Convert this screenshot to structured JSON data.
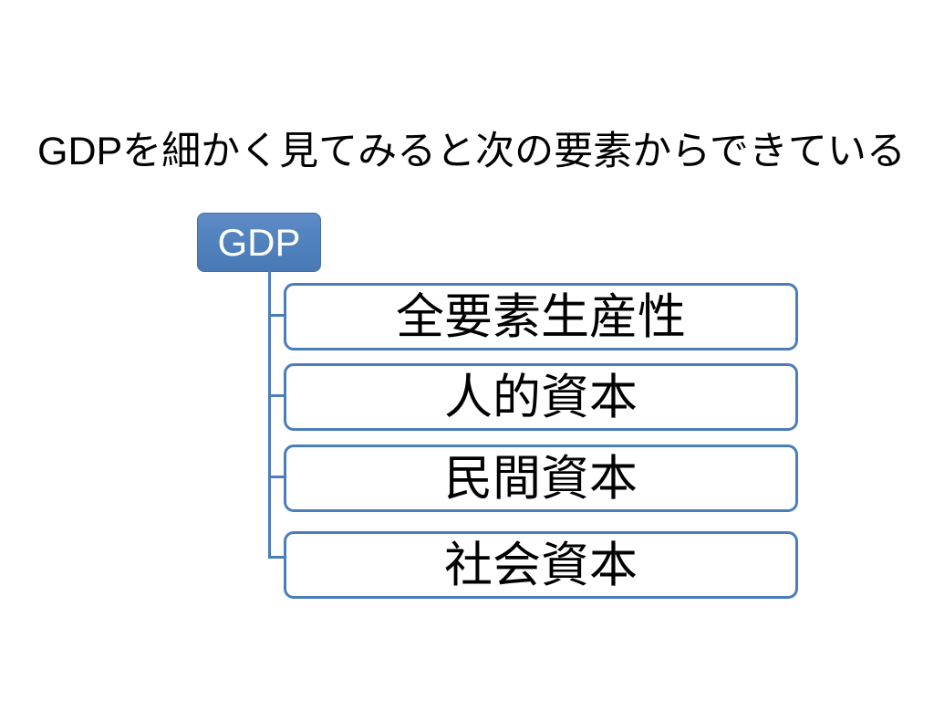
{
  "slide": {
    "title": "GDPを細かく見てみると次の要素からできている"
  },
  "diagram": {
    "root_label": "GDP",
    "children": [
      {
        "label": "全要素生産性"
      },
      {
        "label": "人的資本"
      },
      {
        "label": "民間資本"
      },
      {
        "label": "社会資本"
      }
    ],
    "colors": {
      "accent_blue": "#4F81BD",
      "connector_blue": "#4A7EBB",
      "root_text": "#FFFFFF",
      "child_text": "#000000",
      "background": "#FFFFFF"
    }
  }
}
